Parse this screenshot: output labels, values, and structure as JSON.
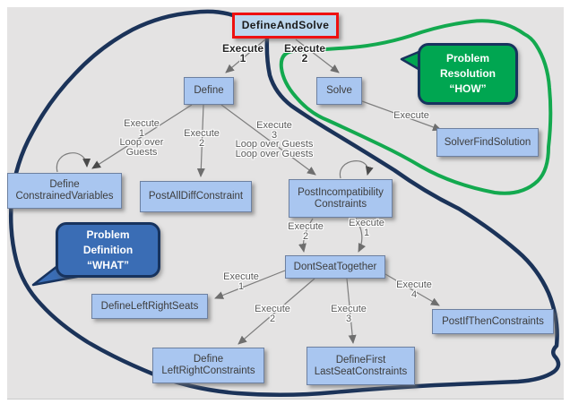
{
  "nodes": {
    "defineAndSolve": "DefineAndSolve",
    "define": "Define",
    "solve": "Solve",
    "solverFindSolution": "SolverFindSolution",
    "defineConstrainedVariables": [
      "Define",
      "ConstrainedVariables"
    ],
    "postAllDiffConstraint": "PostAllDiffConstraint",
    "postIncompatibilityConstraints": [
      "PostIncompatibility",
      "Constraints"
    ],
    "dontSeatTogether": "DontSeatTogether",
    "defineLeftRightSeats": "DefineLeftRightSeats",
    "defineLeftRightConstraints": [
      "Define",
      "LeftRightConstraints"
    ],
    "defineFirstLastSeatConstraints": [
      "DefineFirst",
      "LastSeatConstraints"
    ],
    "postIfThenConstraints": "PostIfThenConstraints"
  },
  "edgeLabels": {
    "rootToDefine": [
      "Execute",
      "1"
    ],
    "rootToSolve": [
      "Execute",
      "2"
    ],
    "defineToDCV": [
      "Execute",
      "1",
      "Loop over",
      "Guests"
    ],
    "defineToPADC": [
      "Execute",
      "2"
    ],
    "defineToPIC": [
      "Execute",
      "3",
      "Loop over Guests",
      "Loop over Guests"
    ],
    "solveToSFS": [
      "Execute"
    ],
    "picToDST2": [
      "Execute",
      "2"
    ],
    "picToDST1": [
      "Execute",
      "1"
    ],
    "dstToDLRS": [
      "Execute",
      "1"
    ],
    "dstToDLRC": [
      "Execute",
      "2"
    ],
    "dstToDFLSC": [
      "Execute",
      "3"
    ],
    "dstToPITC": [
      "Execute",
      "4"
    ]
  },
  "callouts": {
    "definition": {
      "line1": "Problem",
      "line2": "Definition",
      "line3": "“WHAT”"
    },
    "resolution": {
      "line1": "Problem",
      "line2": "Resolution",
      "line3": "“HOW”"
    }
  },
  "colors": {
    "node_fill": "#a9c6f0",
    "root_fill": "#bdd7ee",
    "root_border": "#ee1111",
    "navy_outline": "#1b3359",
    "green_outline": "#13a94f",
    "callout_blue": "#3a6db5",
    "callout_green": "#00a651",
    "edge_gray": "#7d7d7d",
    "background": "#e4e3e3"
  }
}
